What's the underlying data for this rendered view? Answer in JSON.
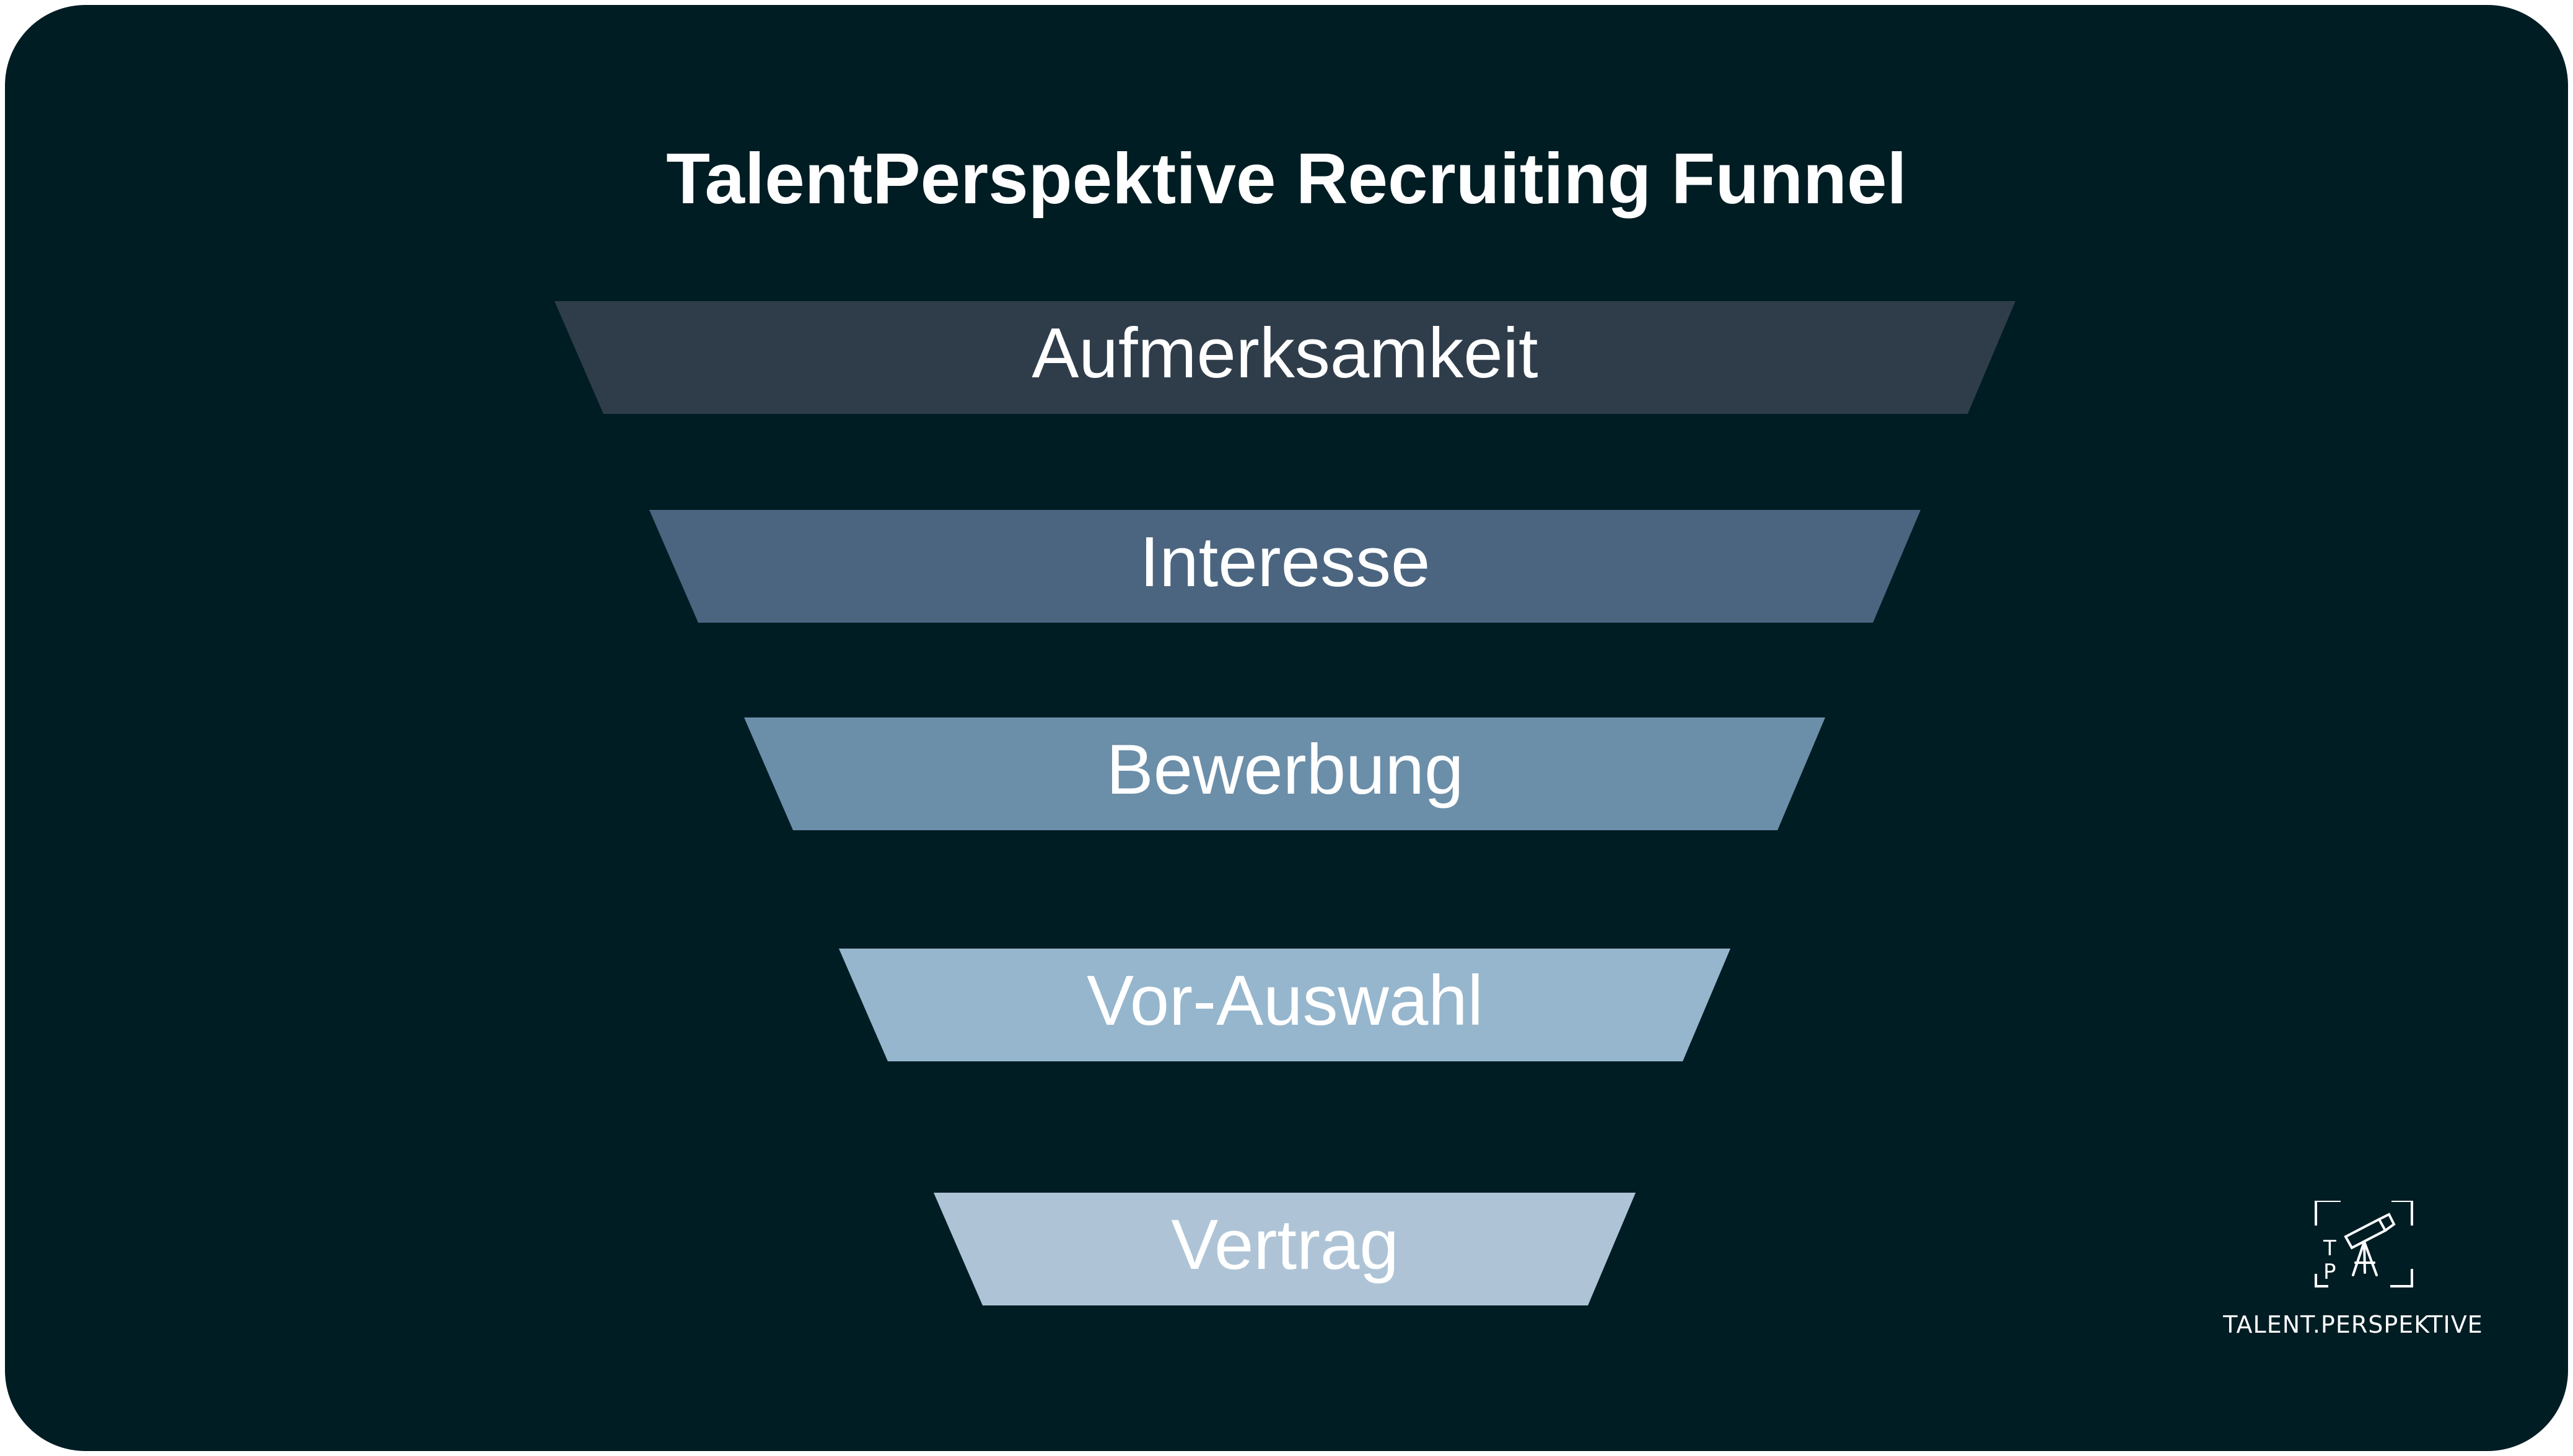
{
  "title": "TalentPerspektive Recruiting Funnel",
  "colors": {
    "background": "#011d24",
    "text": "#ffffff"
  },
  "stages": [
    {
      "label": "Aufmerksamkeit",
      "color": "#2f3d4b"
    },
    {
      "label": "Interesse",
      "color": "#4b6580"
    },
    {
      "label": "Bewerbung",
      "color": "#6b8ea9"
    },
    {
      "label": "Vor-Auswahl",
      "color": "#95b6cd"
    },
    {
      "label": "Vertrag",
      "color": "#aec4d6"
    }
  ],
  "logo": {
    "icon": "telescope-icon",
    "letters": [
      "T",
      "P"
    ],
    "text": "TALENT.PERSPEKTIVE"
  }
}
